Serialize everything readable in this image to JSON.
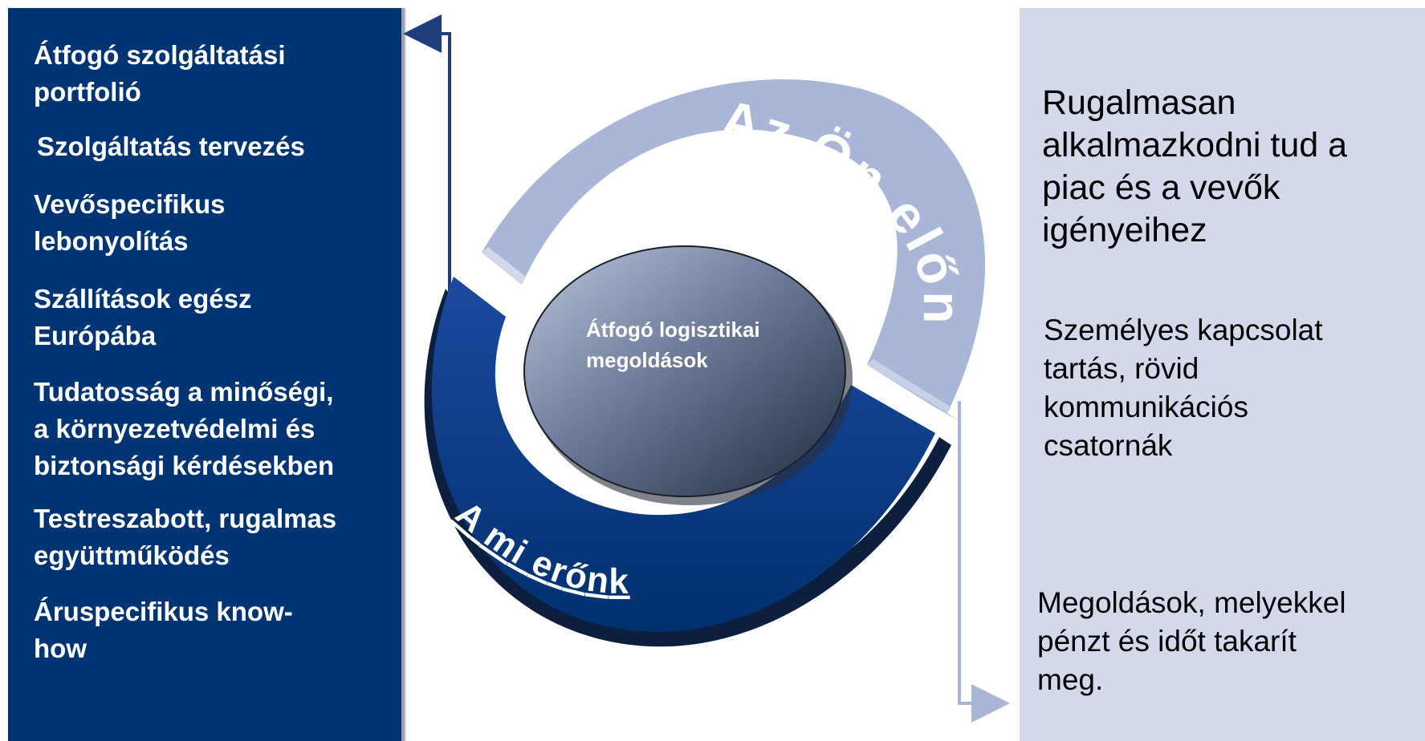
{
  "left_panel": {
    "items": [
      "Átfogó szolgáltatási\nportfolió",
      "Szolgáltatás tervezés",
      "Vevőspecifikus\nlebonyolítás",
      "Szállítások egész\nEurópába",
      "Tudatosság a minőségi,\na környezetvédelmi és\nbiztonsági kérdésekben",
      "Testreszabott, rugalmas\negyüttműködés",
      "Áruspecifikus know-\nhow"
    ]
  },
  "center": {
    "label": "Átfogó logisztikai\nmegoldások",
    "upper_arc_text": "Az Ön előnye",
    "lower_arc_text": "A mi erőnk"
  },
  "right_panel": {
    "text_1": "Rugalmasan\nalkalmazkodni tud a\npiac és a vevők\nigényeihez",
    "text_2": "Személyes kapcsolat\ntartás, rövid\nkommunikációs\ncsatornák",
    "text_3": "Megoldások, melyekkel\npénzt és időt takarít\nmeg."
  },
  "colors": {
    "dark_blue": "#003473",
    "light_blue_panel": "#d3d9eb",
    "light_arc": "#a9b6d8"
  }
}
